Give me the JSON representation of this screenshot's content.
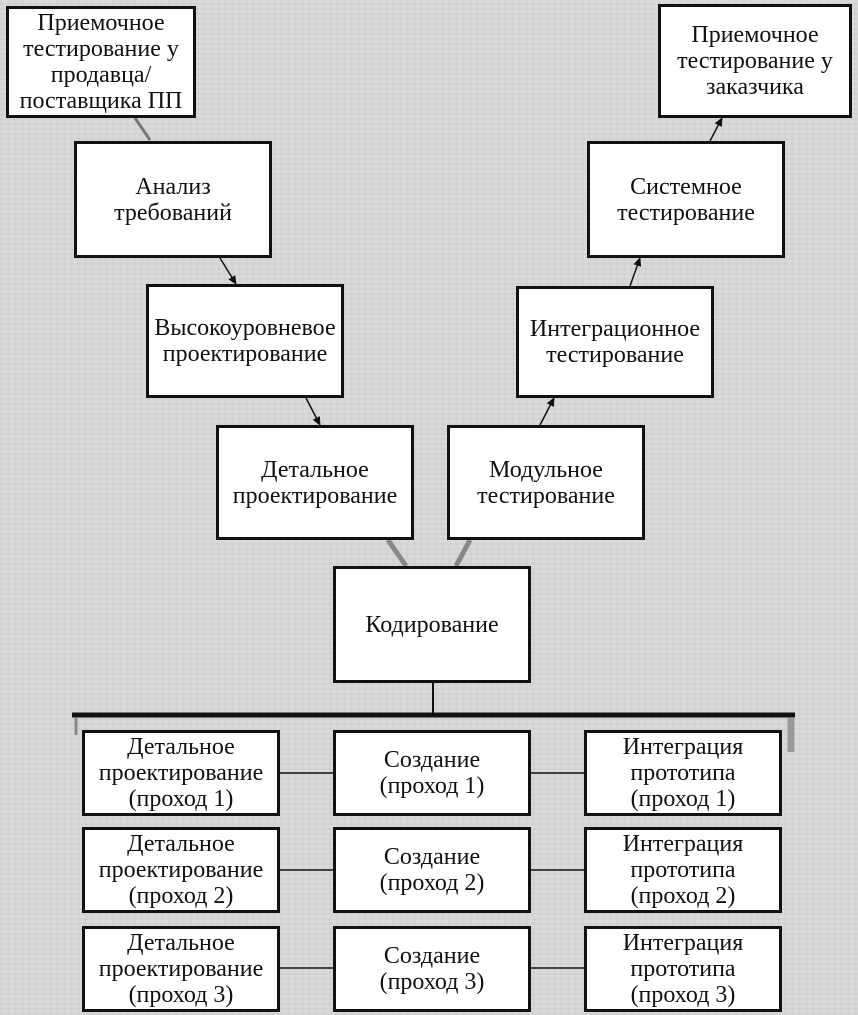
{
  "diagram": {
    "boxes": {
      "acceptance_vendor": "Приемочное\nтестирование у\nпродавца/\nпоставщика ПП",
      "acceptance_customer": "Приемочное\nтестирование у\nзаказчика",
      "requirements_analysis": "Анализ\nтребований",
      "system_testing": "Системное\nтестирование",
      "high_level_design": "Высокоуровневое\nпроектирование",
      "integration_testing": "Интеграционное\nтестирование",
      "detailed_design": "Детальное\nпроектирование",
      "module_testing": "Модульное\nтестирование",
      "coding": "Кодирование"
    },
    "passes": [
      {
        "design": "Детальное\nпроектирование\n(проход 1)",
        "build": "Создание\n(проход 1)",
        "integration": "Интеграция\nпрототипа\n(проход 1)"
      },
      {
        "design": "Детальное\nпроектирование\n(проход 2)",
        "build": "Создание\n(проход 2)",
        "integration": "Интеграция\nпрототипа\n(проход 2)"
      },
      {
        "design": "Детальное\nпроектирование\n(проход 3)",
        "build": "Создание\n(проход 3)",
        "integration": "Интеграция\nпрототипа\n(проход 3)"
      }
    ]
  }
}
